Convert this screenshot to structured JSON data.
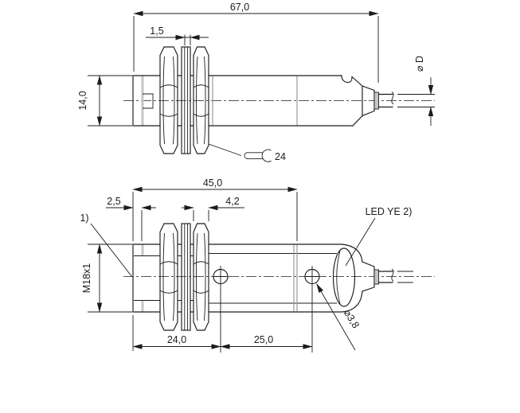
{
  "drawing": {
    "line_color": "#1c1c1c",
    "thread_color": "#c6c6c6",
    "top_view": {
      "overall_length": "67,0",
      "washer_thickness": "1,5",
      "body_height": "14,0",
      "cable_diameter": "⌀ D",
      "wrench_size": "24"
    },
    "bottom_view": {
      "housing_length": "45,0",
      "face_offset": "2,5",
      "nut_thickness": "4,2",
      "footnote_1": "1)",
      "thread_label": "M18x1",
      "led_label": "LED YE 2)",
      "hole_diameter": "⌀3,8",
      "hole_position": "24,0",
      "hole_spacing": "25,0"
    }
  }
}
